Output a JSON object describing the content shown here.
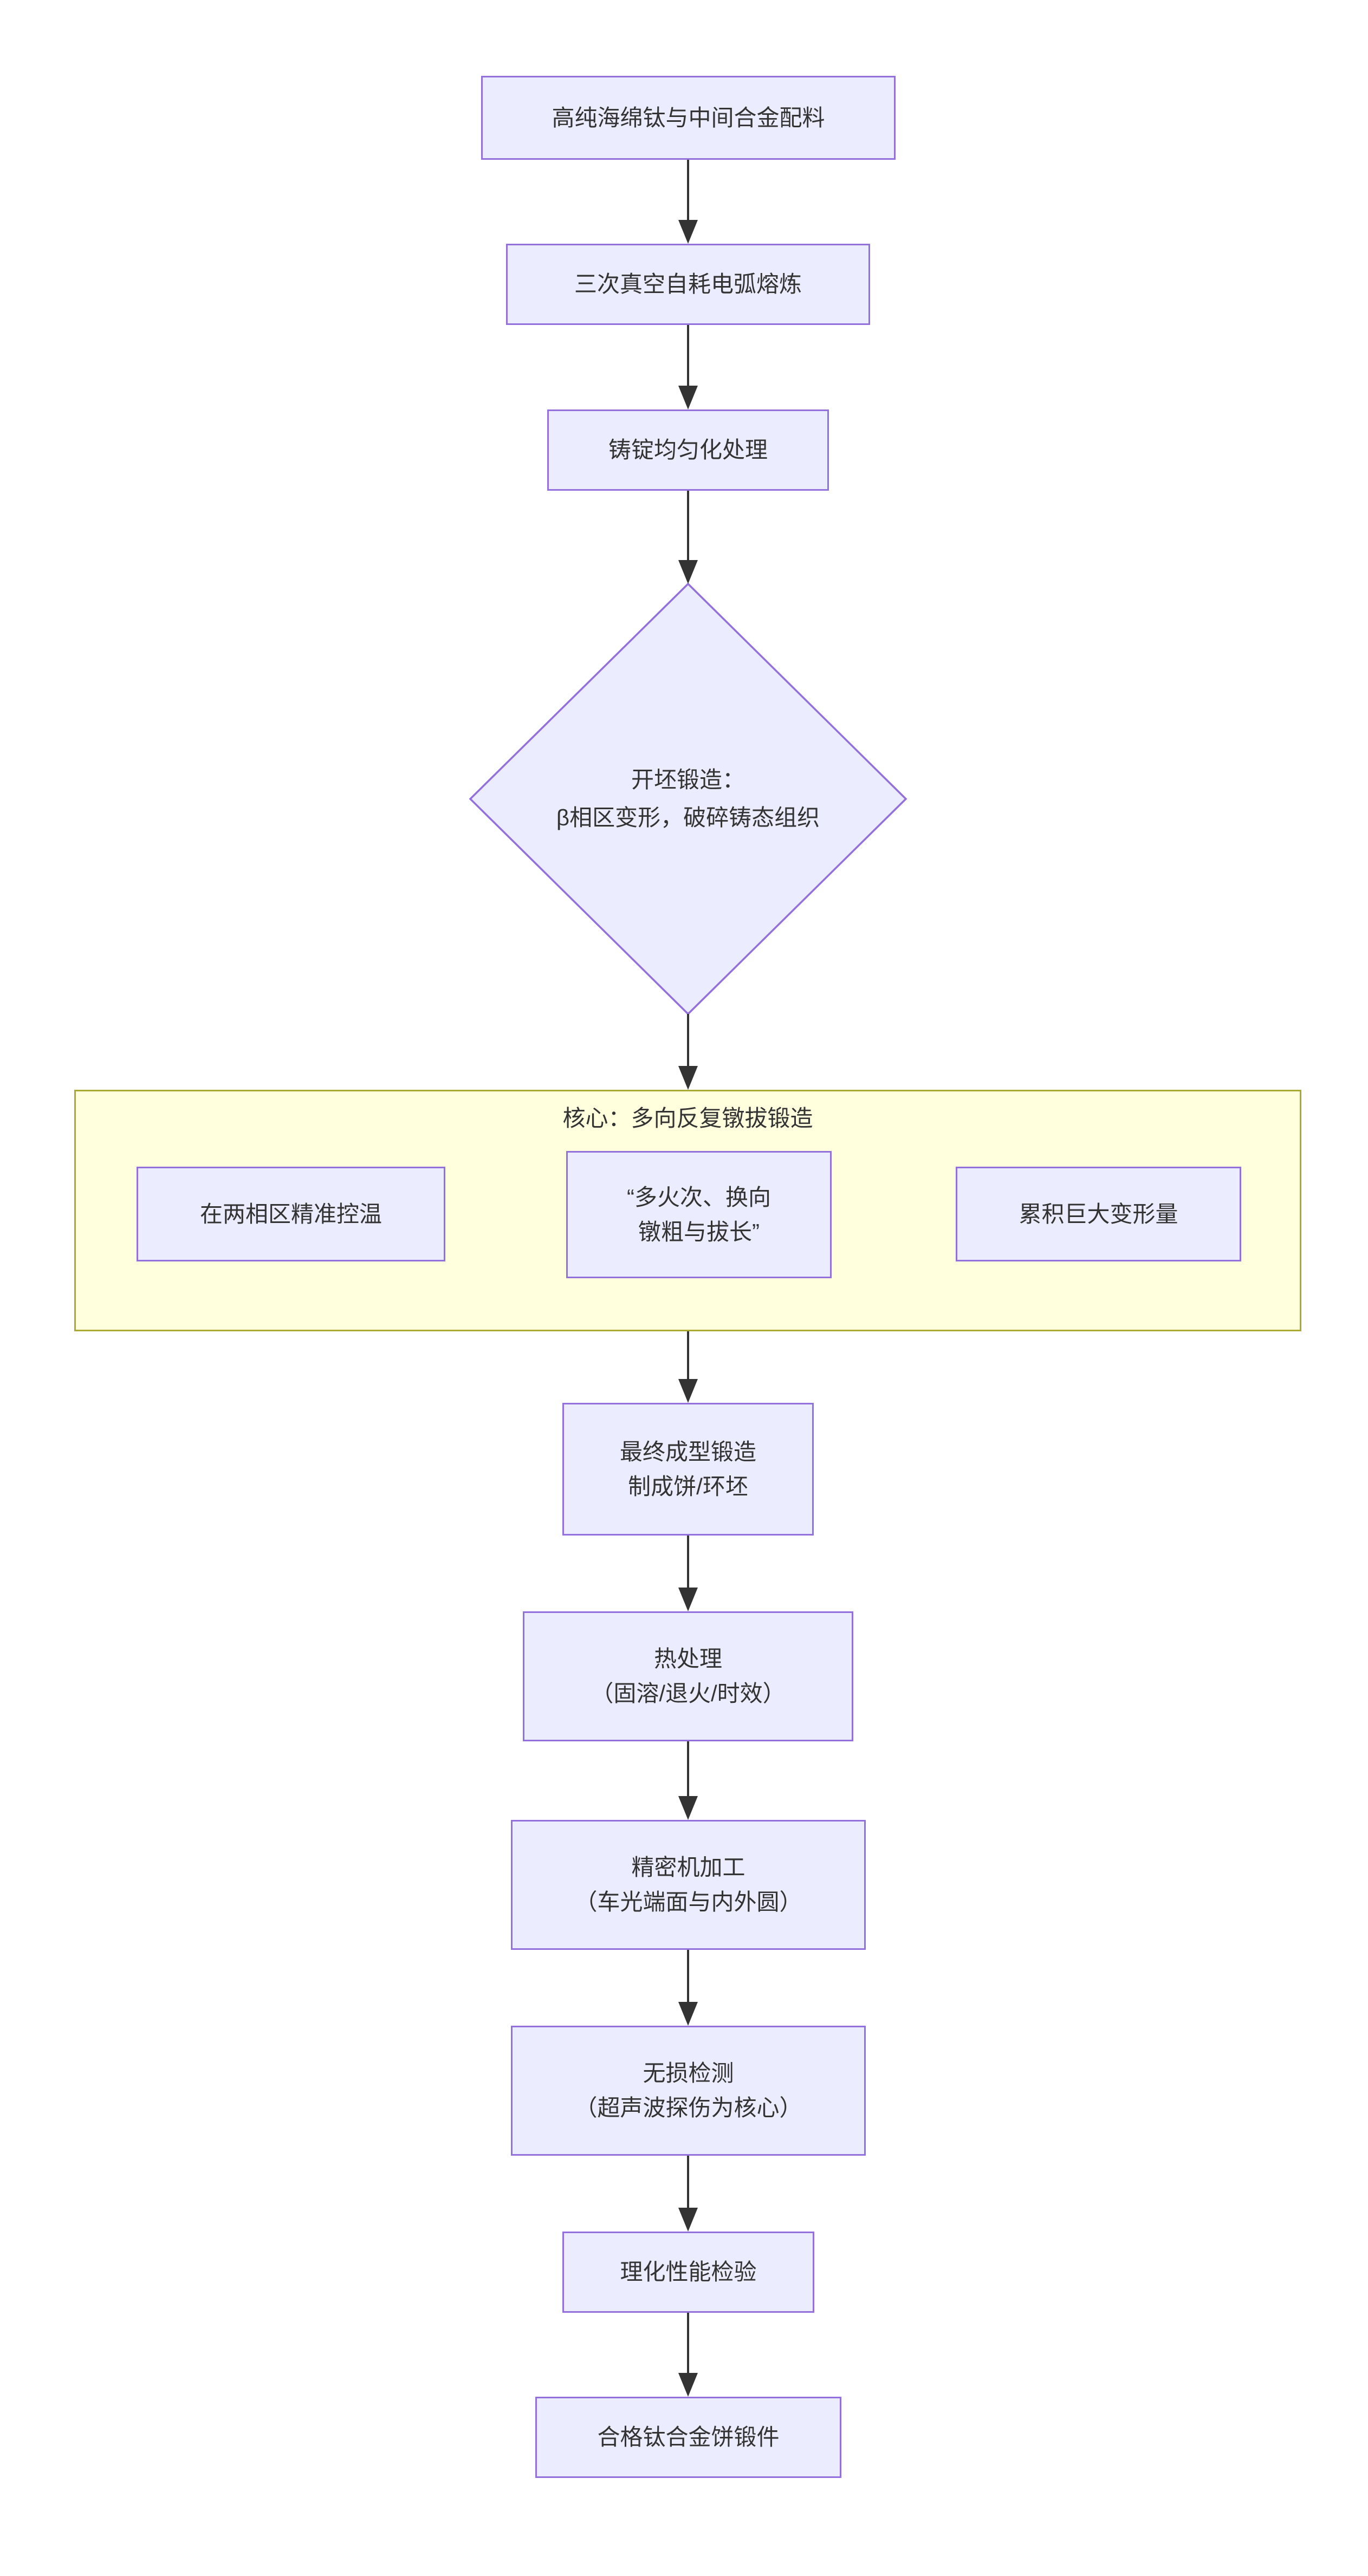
{
  "colors": {
    "node_fill": "#ECECFF",
    "node_border": "#9370DB",
    "subgraph_fill": "#FFFFDE",
    "subgraph_border": "#AAAA33",
    "edge": "#333333",
    "text": "#333333",
    "background": "#FFFFFF"
  },
  "flowchart": {
    "nodes": {
      "materials": {
        "label": "高纯海绵钛与中间合金配料"
      },
      "melting": {
        "label": "三次真空自耗电弧熔炼"
      },
      "homogenize": {
        "label": "铸锭均匀化处理"
      },
      "cogging": {
        "line1": "开坯锻造：",
        "line2": "β相区变形，破碎铸态组织"
      },
      "core_group": {
        "title": "核心：多向反复镦拔锻造"
      },
      "temp_control": {
        "label": "在两相区精准控温"
      },
      "upset_drawing": {
        "line1": "“多火次、换向",
        "line2": "镦粗与拔长”"
      },
      "accumulate": {
        "label": "累积巨大变形量"
      },
      "final_forging": {
        "line1": "最终成型锻造",
        "line2": "制成饼/环坯"
      },
      "heat_treatment": {
        "line1": "热处理",
        "line2": "（固溶/退火/时效）"
      },
      "machining": {
        "line1": "精密机加工",
        "line2": "（车光端面与内外圆）"
      },
      "ndt": {
        "line1": "无损检测",
        "line2": "（超声波探伤为核心）"
      },
      "inspection": {
        "label": "理化性能检验"
      },
      "qualified": {
        "label": "合格钛合金饼锻件"
      }
    }
  }
}
